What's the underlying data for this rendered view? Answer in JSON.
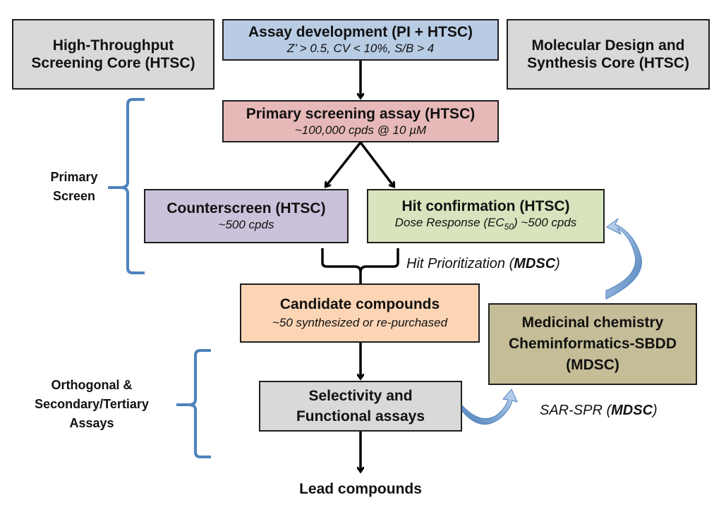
{
  "cores": {
    "htsc": {
      "line1": "High-Throughput",
      "line2": "Screening Core (HTSC)"
    },
    "mdsc": {
      "line1": "Molecular Design and",
      "line2": "Synthesis Core (HTSC)"
    }
  },
  "steps": {
    "assay_dev": {
      "title": "Assay development (PI + HTSC)",
      "subtitle": "Z’ > 0.5, CV < 10%, S/B > 4"
    },
    "primary": {
      "title": "Primary screening assay (HTSC)",
      "subtitle": "~100,000 cpds @ 10 µM"
    },
    "counterscreen": {
      "title": "Counterscreen (HTSC)",
      "subtitle": "~500 cpds"
    },
    "hit_confirmation": {
      "title": "Hit confirmation (HTSC)",
      "subtitle_pre": "Dose Response (EC",
      "subtitle_sub": "50",
      "subtitle_post": ") ~500 cpds"
    },
    "candidates": {
      "title": "Candidate compounds",
      "subtitle": "~50 synthesized or re-purchased"
    },
    "medchem": {
      "line1": "Medicinal chemistry",
      "line2": "Cheminformatics-SBDD",
      "line3": "(MDSC)"
    },
    "selectivity": {
      "line1": "Selectivity and",
      "line2": "Functional assays"
    },
    "lead": "Lead compounds"
  },
  "annotations": {
    "hit_prioritization": {
      "text": "Hit Prioritization (",
      "bold": "MDSC",
      "end": ")"
    },
    "sar_spr": {
      "text": "SAR-SPR (",
      "bold": "MDSC",
      "end": ")"
    }
  },
  "brackets": {
    "primary_screen": {
      "line1": "Primary",
      "line2": "Screen"
    },
    "orthogonal": {
      "line1": "Orthogonal &",
      "line2": "Secondary/Tertiary",
      "line3": "Assays"
    }
  },
  "colors": {
    "core_gray": "#d9d9d9",
    "assay_blue": "#b8cce4",
    "primary_red": "#e6b9b8",
    "counter_purple": "#ccc1da",
    "hit_green": "#d7e4bd",
    "candidate_orange": "#fcd5b5",
    "medchem_khaki": "#c4bd97",
    "bracket_blue": "#4f81bd"
  }
}
